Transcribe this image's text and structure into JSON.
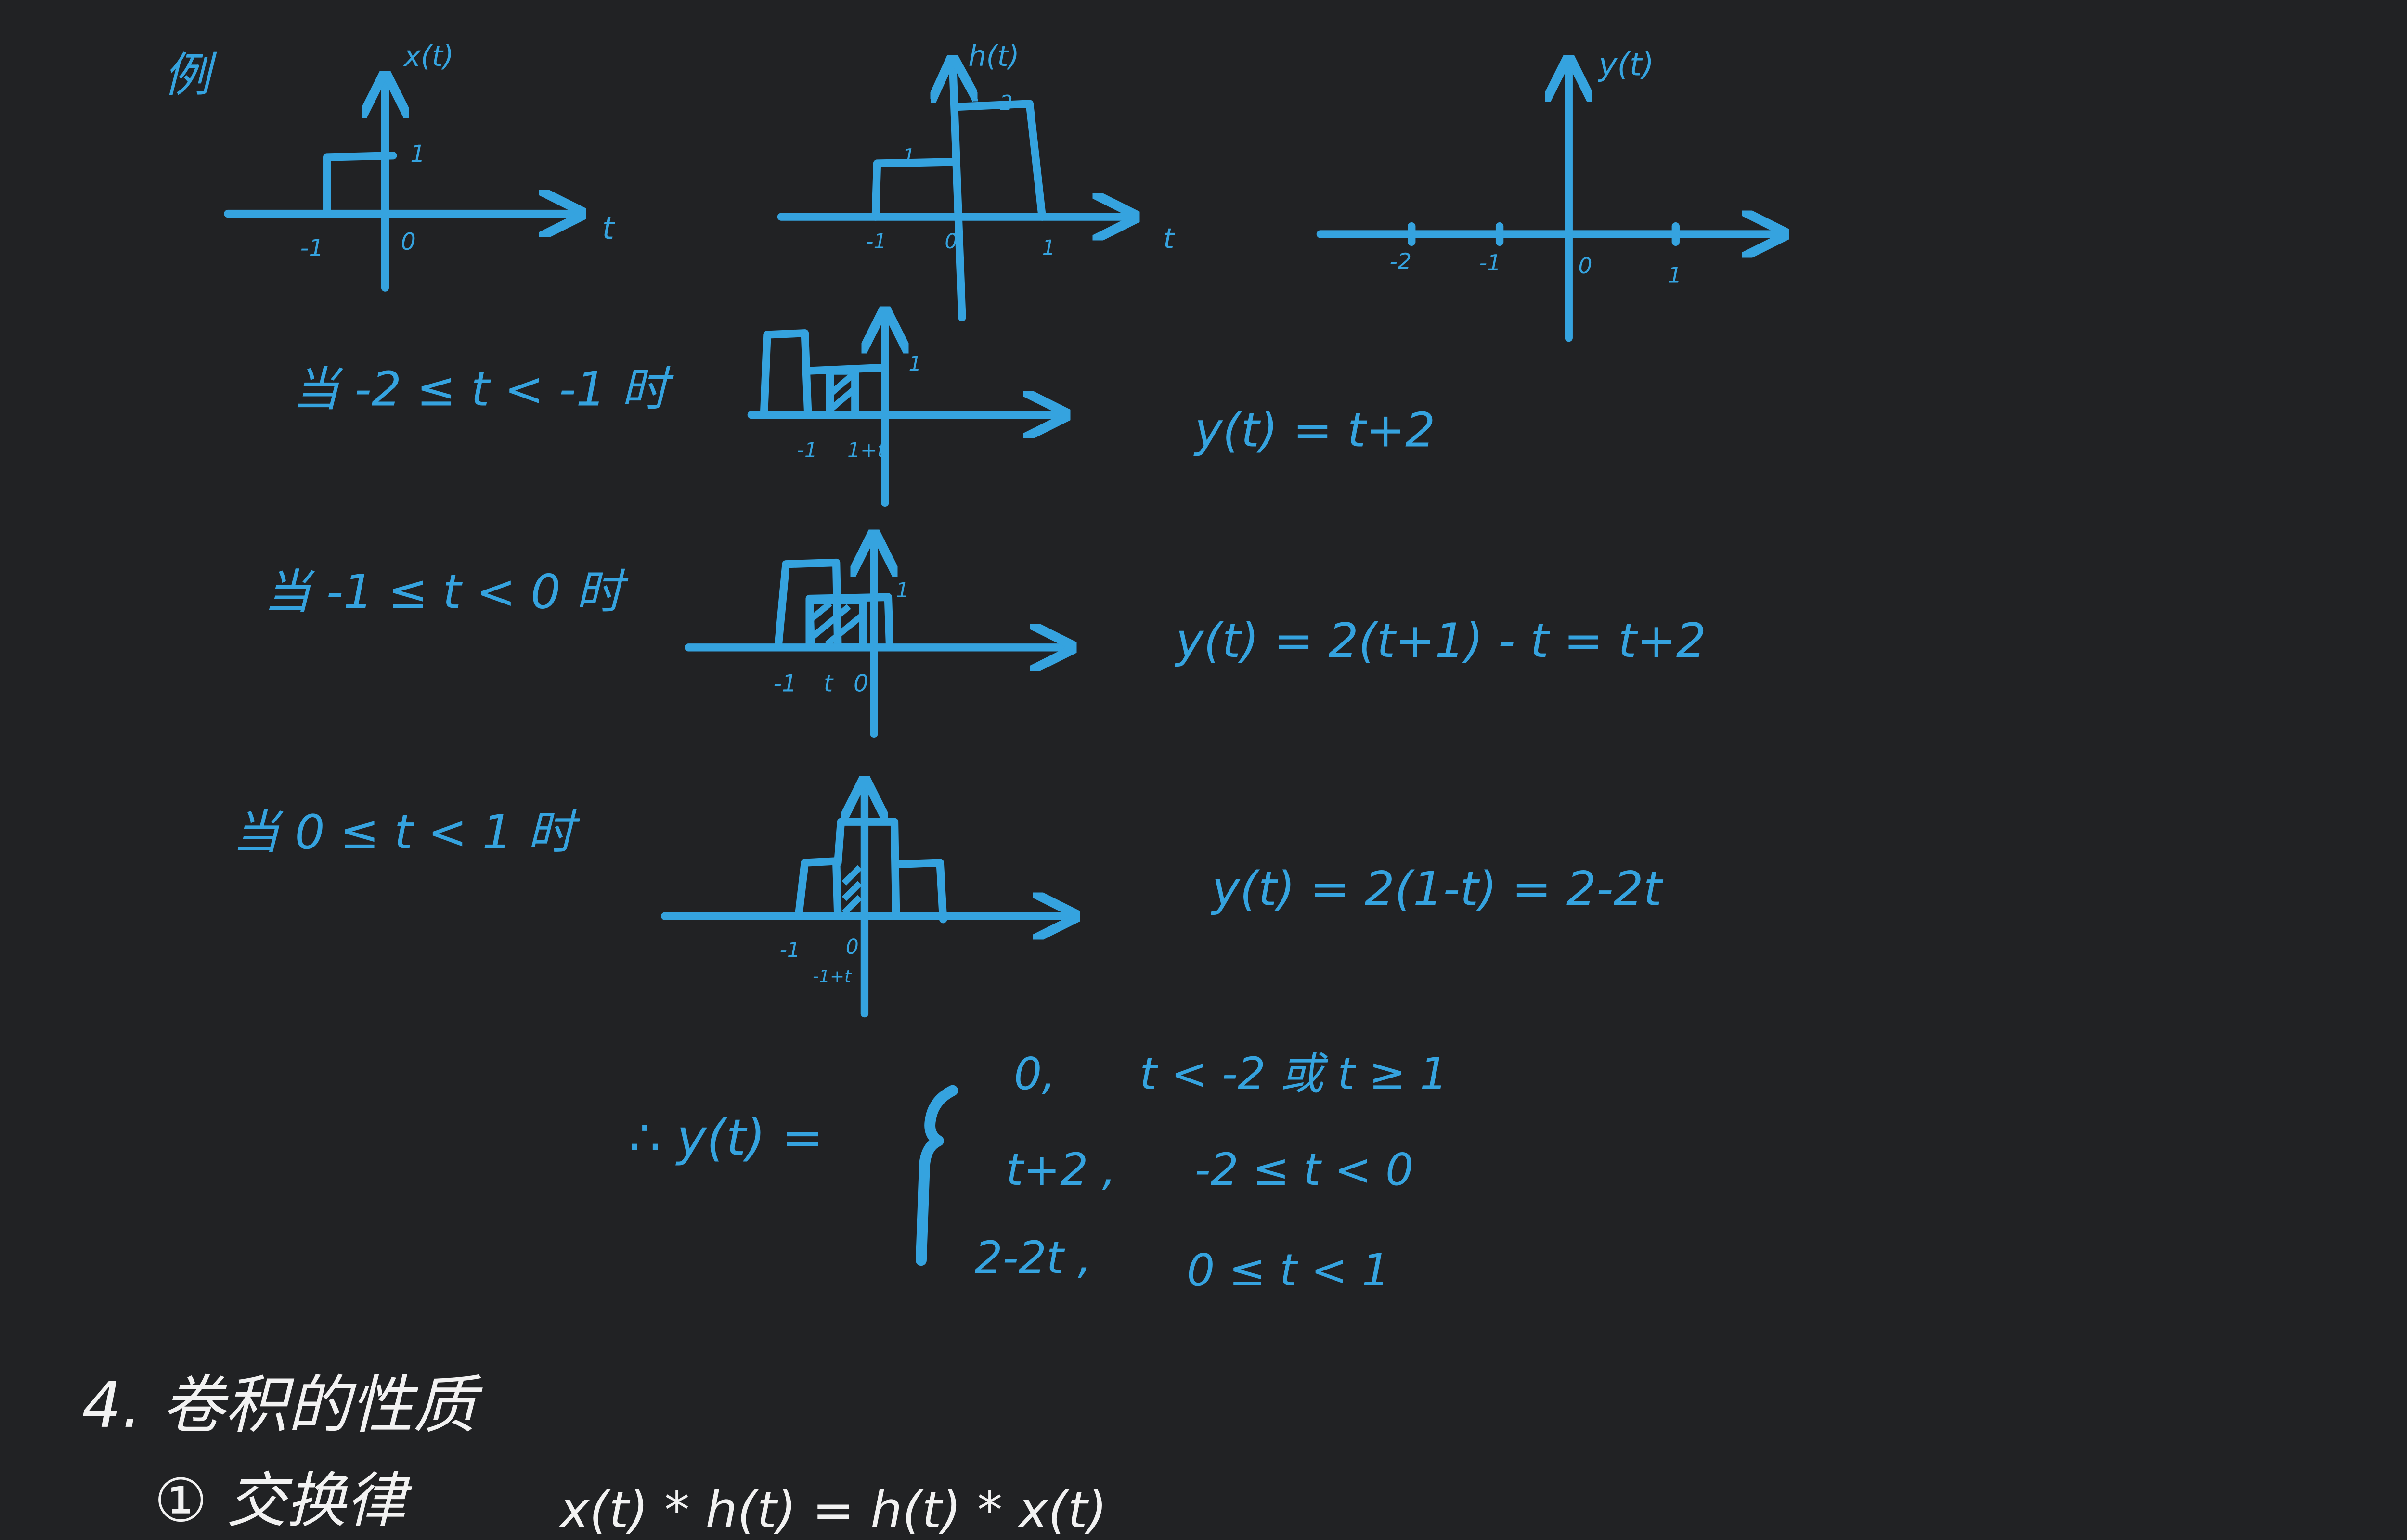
{
  "example_label": "例",
  "graphs": {
    "x": {
      "label": "x(t)",
      "axis_var": "t",
      "tick_neg1": "-1",
      "origin": "0",
      "amp": "1"
    },
    "h": {
      "label": "h(t)",
      "axis_var": "t",
      "tick_neg1": "-1",
      "origin": "0",
      "tick_pos1": "1",
      "amp_small": "1",
      "amp_big": "2"
    },
    "y": {
      "label": "y(t)",
      "tick_neg2": "-2",
      "tick_neg1": "-1",
      "origin": "0",
      "tick_pos1": "1"
    }
  },
  "cases": [
    {
      "condition": "当 -2 ≤ t < -1 时",
      "amp": "1",
      "tick_a": "-1",
      "tick_b": "1+t",
      "result": "y(t) = t+2"
    },
    {
      "condition": "当 -1 ≤ t < 0 时",
      "amp": "1",
      "tick_a": "-1",
      "tick_b": "t",
      "tick_c": "0",
      "result": "y(t) = 2(t+1) - t = t+2"
    },
    {
      "condition": "当 0 ≤ t < 1 时",
      "tick_a": "-1",
      "tick_b": "0",
      "tick_c": "-1+t",
      "result": "y(t) = 2(1-t) = 2-2t"
    }
  ],
  "summary": {
    "prefix": "∴ y(t) =",
    "rows": [
      {
        "expr": "0,",
        "cond": "t < -2 或 t ≥ 1"
      },
      {
        "expr": "t+2 ,",
        "cond": "-2 ≤ t < 0"
      },
      {
        "expr": "2-2t ,",
        "cond": "0 ≤ t < 1"
      }
    ]
  },
  "section": {
    "title": "4. 卷积的性质",
    "item": "① 交换律",
    "formula": "x(t) * h(t) = h(t) * x(t)"
  },
  "colors": {
    "background": "#212224",
    "ink": "#35a3df",
    "chalk": "#f2f2f2"
  }
}
